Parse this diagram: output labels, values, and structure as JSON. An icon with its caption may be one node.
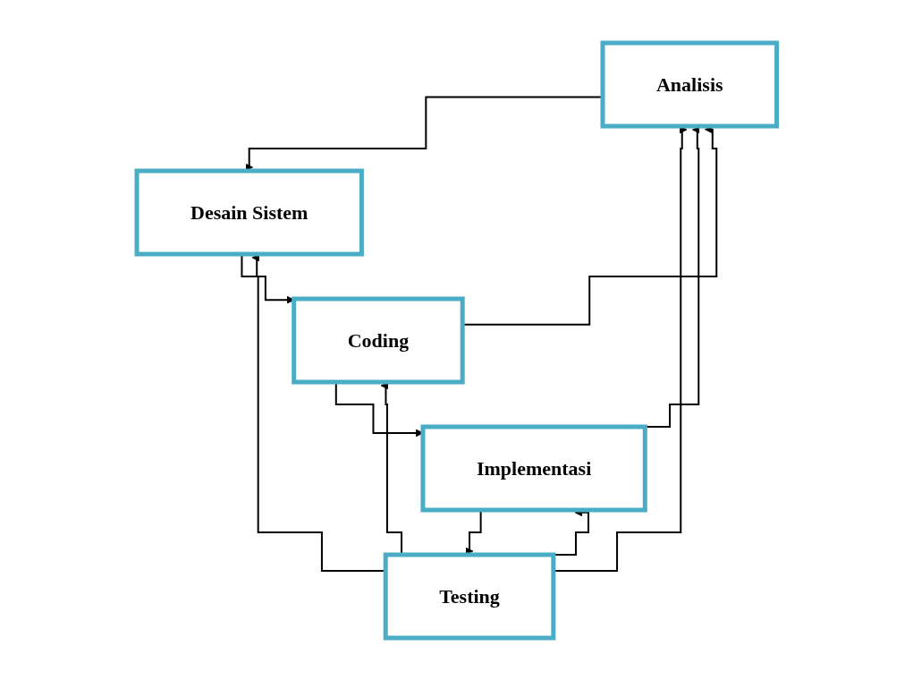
{
  "diagram": {
    "nodes": [
      {
        "text": [
          "Analisis"
        ]
      },
      {
        "text": [
          "Desain Sistem"
        ]
      },
      {
        "text": [
          "Coding"
        ]
      },
      {
        "text": [
          "Implementasi"
        ]
      },
      {
        "text": [
          "Testing"
        ]
      }
    ],
    "edges": [
      {
        "from": 0,
        "to": 1,
        "arrow": "to"
      },
      {
        "from": 1,
        "to": 2,
        "arrow": "to"
      },
      {
        "from": 2,
        "to": 3,
        "arrow": "to"
      },
      {
        "from": 3,
        "to": 4,
        "arrow": "to"
      },
      {
        "from": 4,
        "to": 0,
        "arrow": "to"
      },
      {
        "from": 4,
        "to": 1,
        "arrow": "to"
      },
      {
        "from": 4,
        "to": 2,
        "arrow": "to"
      },
      {
        "from": 4,
        "to": 3,
        "arrow": "to"
      },
      {
        "from": 2,
        "to": 0,
        "arrow": "to"
      },
      {
        "from": 3,
        "to": 0,
        "arrow": "to"
      }
    ]
  }
}
